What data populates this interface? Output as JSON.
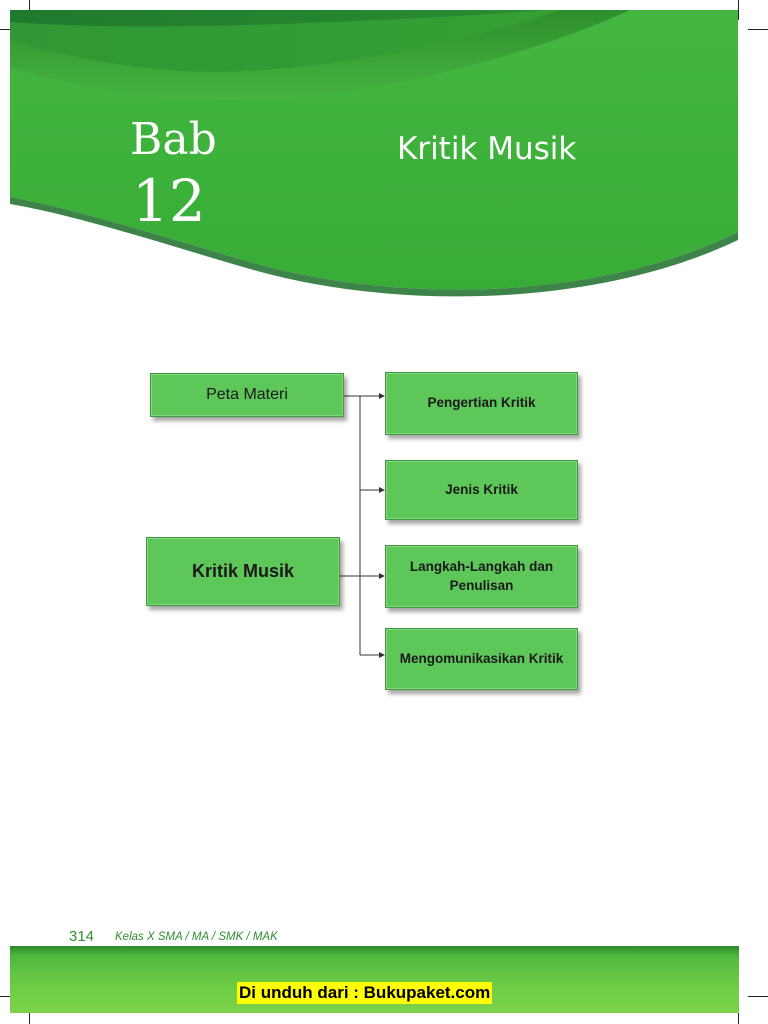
{
  "chapter": {
    "bab_label": "Bab",
    "bab_number": "12",
    "title": "Kritik Musik"
  },
  "concept_map": {
    "heading": "Peta Materi",
    "root": "Kritik Musik",
    "branches": [
      "Pengertian Kritik",
      "Jenis Kritik",
      "Langkah-Langkah dan Penulisan",
      "Mengomunikasikan Kritik"
    ]
  },
  "footer": {
    "page_number": "314",
    "book_info": "Kelas X SMA / MA / SMK / MAK",
    "source": "Di unduh dari : Bukupaket.com"
  },
  "colors": {
    "header_dark": "#1f7a2c",
    "header_main": "#3ab33a",
    "box_fill": "#5ec75a",
    "footer_text": "#2f8f2f",
    "source_highlight": "#ffff00"
  }
}
